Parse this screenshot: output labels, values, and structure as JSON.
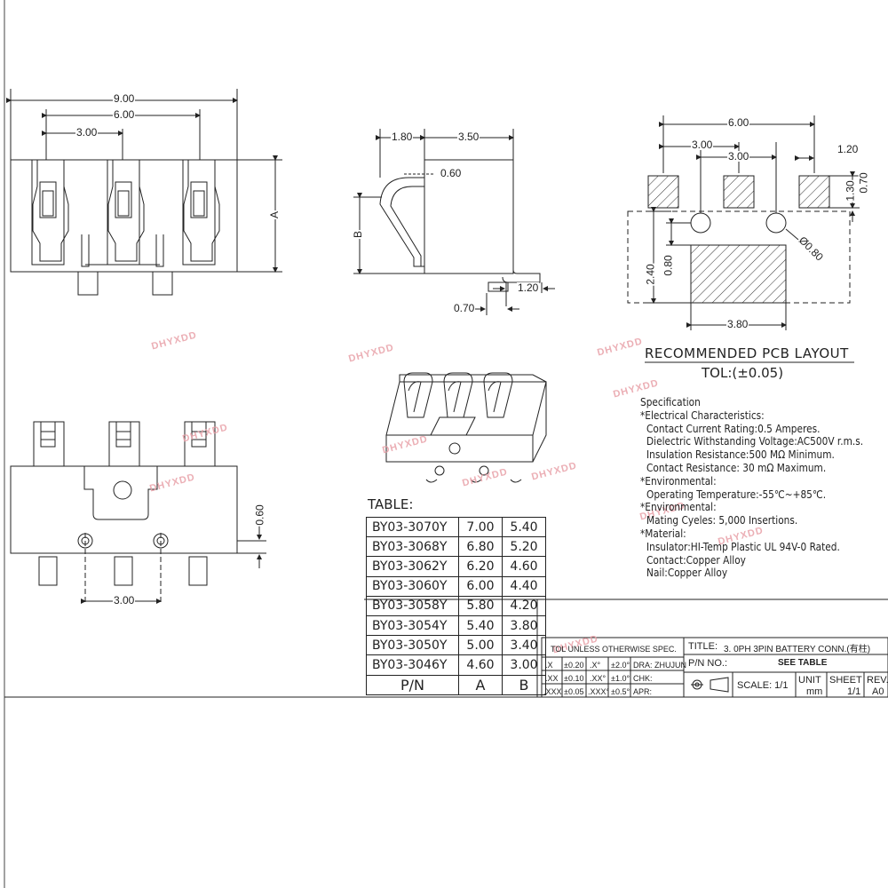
{
  "front_view": {
    "dim_overall": "9.00",
    "dim_outer_pins": "6.00",
    "dim_pitch": "3.00",
    "dim_height": "A"
  },
  "side_view": {
    "dim_left": "1.80",
    "dim_body": "3.50",
    "dim_contact": "0.60",
    "dim_height": "B",
    "dim_foot": "1.20",
    "dim_tail": "0.70"
  },
  "bottom_view": {
    "dim_hole_offset": "0.60",
    "dim_pitch": "3.00"
  },
  "pcb_layout": {
    "dim_outer": "6.00",
    "dim_pitch_1": "3.00",
    "dim_pitch_2": "3.00",
    "dim_pad_width": "1.20",
    "dim_pad_height": "1.30",
    "dim_gap": "0.70",
    "dim_hole": "Ø0.80",
    "dim_row_gap": "2.40",
    "dim_hole_row": "0.80",
    "dim_large_pad": "3.80",
    "title": "RECOMMENDED PCB LAYOUT",
    "tolerance": "TOL:(±0.05)"
  },
  "watermark": "DHYXDD",
  "specification": [
    {
      "text": "Specification",
      "indent": false
    },
    {
      "text": "*Electrical Characteristics:",
      "indent": false
    },
    {
      "text": "Contact Current Rating:0.5 Amperes.",
      "indent": true
    },
    {
      "text": "Dielectric Withstanding Voltage:AC500V r.m.s.",
      "indent": true
    },
    {
      "text": "Insulation Resistance:500 MΩ Minimum.",
      "indent": true
    },
    {
      "text": "Contact Resistance: 30 mΩ Maximum.",
      "indent": true
    },
    {
      "text": "*Environmental:",
      "indent": false
    },
    {
      "text": "Operating Temperature:-55℃~+85℃.",
      "indent": true
    },
    {
      "text": "*Environmental:",
      "indent": false
    },
    {
      "text": "Mating Cyeles: 5,000 Insertions.",
      "indent": true
    },
    {
      "text": "*Material:",
      "indent": false
    },
    {
      "text": "Insulator:HI-Temp Plastic UL 94V-0 Rated.",
      "indent": true
    },
    {
      "text": "Contact:Copper Alloy",
      "indent": true
    },
    {
      "text": "Nail:Copper Alloy",
      "indent": true
    }
  ],
  "table": {
    "title": "TABLE:",
    "rows": [
      [
        "BY03-3070Y",
        "7.00",
        "5.40"
      ],
      [
        "BY03-3068Y",
        "6.80",
        "5.20"
      ],
      [
        "BY03-3062Y",
        "6.20",
        "4.60"
      ],
      [
        "BY03-3060Y",
        "6.00",
        "4.40"
      ],
      [
        "BY03-3058Y",
        "5.80",
        "4.20"
      ],
      [
        "BY03-3054Y",
        "5.40",
        "3.80"
      ],
      [
        "BY03-3050Y",
        "5.00",
        "3.40"
      ],
      [
        "BY03-3046Y",
        "4.60",
        "3.00"
      ]
    ],
    "headers": [
      "P/N",
      "A",
      "B"
    ]
  },
  "title_block": {
    "tol_header": "TOL UNLESS OTHERWISE SPEC.",
    "tol_rows": [
      [
        ".X",
        "±0.20",
        ".X°",
        "±2.0°"
      ],
      [
        ".XX",
        "±0.10",
        ".XX°",
        "±1.0°"
      ],
      [
        ".XXX",
        "±0.05",
        ".XXX°",
        "±0.5°"
      ]
    ],
    "dra": "DRA: ZHUJUN",
    "chk": "CHK:",
    "apr": "APR:",
    "title_label": "TITLE:",
    "title_value": "3. 0PH 3PIN BATTERY CONN.(有柱)",
    "pn_label": "P/N  NO.:",
    "pn_value": "SEE TABLE",
    "scale": "SCALE: 1/1",
    "unit_label": "UNIT",
    "unit_value": "mm",
    "sheet_label": "SHEET",
    "sheet_value": "1/1",
    "rev_label": "REV.",
    "rev_value": "A0"
  }
}
